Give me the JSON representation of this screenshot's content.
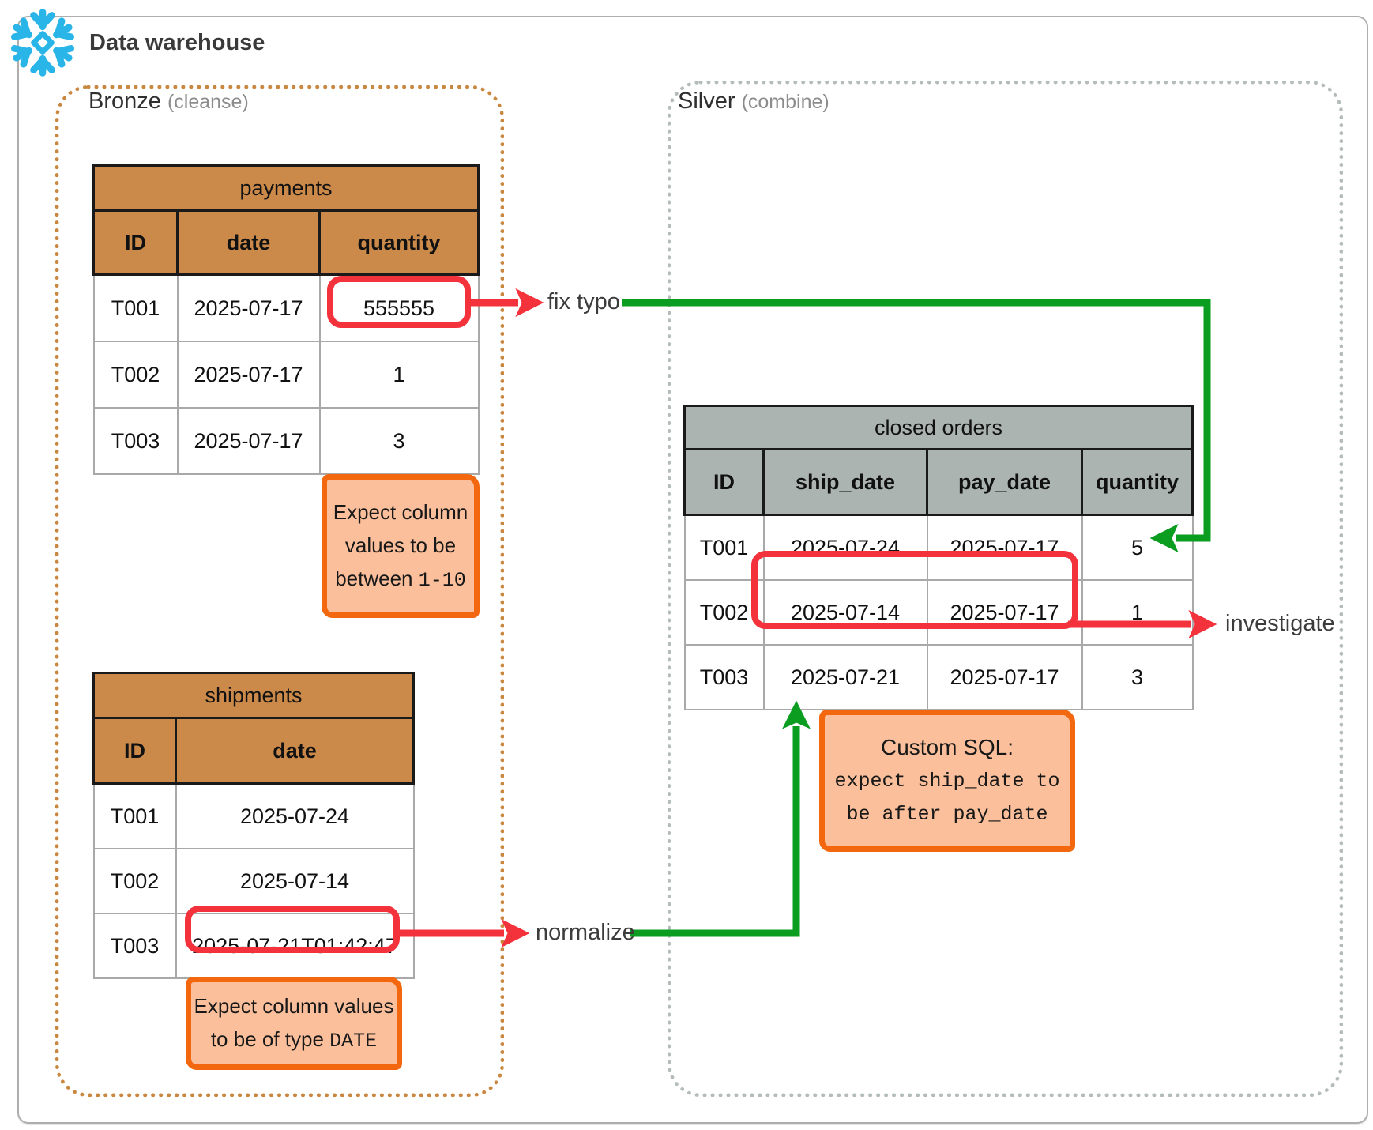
{
  "header": {
    "title": "Data warehouse"
  },
  "zones": {
    "bronze": {
      "name": "Bronze",
      "subtitle": "(cleanse)"
    },
    "silver": {
      "name": "Silver",
      "subtitle": "(combine)"
    }
  },
  "tables": {
    "payments": {
      "title": "payments",
      "columns": [
        "ID",
        "date",
        "quantity"
      ],
      "rows": [
        [
          "T001",
          "2025-07-17",
          "555555"
        ],
        [
          "T002",
          "2025-07-17",
          "1"
        ],
        [
          "T003",
          "2025-07-17",
          "3"
        ]
      ]
    },
    "shipments": {
      "title": "shipments",
      "columns": [
        "ID",
        "date"
      ],
      "rows": [
        [
          "T001",
          "2025-07-24"
        ],
        [
          "T002",
          "2025-07-14"
        ],
        [
          "T003",
          "2025-07-21T01:42:47"
        ]
      ]
    },
    "closed_orders": {
      "title": "closed orders",
      "columns": [
        "ID",
        "ship_date",
        "pay_date",
        "quantity"
      ],
      "rows": [
        [
          "T001",
          "2025-07-24",
          "2025-07-17",
          "5"
        ],
        [
          "T002",
          "2025-07-14",
          "2025-07-17",
          "1"
        ],
        [
          "T003",
          "2025-07-21",
          "2025-07-17",
          "3"
        ]
      ]
    }
  },
  "notes": {
    "range": {
      "line1": "Expect column",
      "line2": "values to be",
      "line3_text": "between ",
      "line3_code": "1-10"
    },
    "date_type": {
      "line1": "Expect column values",
      "line2_text": "to be of type ",
      "line2_code": "DATE"
    },
    "custom_sql": {
      "title": "Custom SQL:",
      "code_line1": "expect ship_date to",
      "code_line2": "be after pay_date"
    }
  },
  "annotations": {
    "fix_typo": "fix typo",
    "normalize": "normalize",
    "investigate": "investigate"
  },
  "colors": {
    "snowflake_blue": "#29b5e8",
    "bronze_border": "#c9873f",
    "silver_border": "#b5bcbc",
    "table_header_orange": "#cb8a4a",
    "table_header_gray": "#abb4b1",
    "note_fill": "#fbc09b",
    "note_border": "#f3680e",
    "highlight_red": "#f4323c",
    "flow_green": "#0a9d1f"
  }
}
